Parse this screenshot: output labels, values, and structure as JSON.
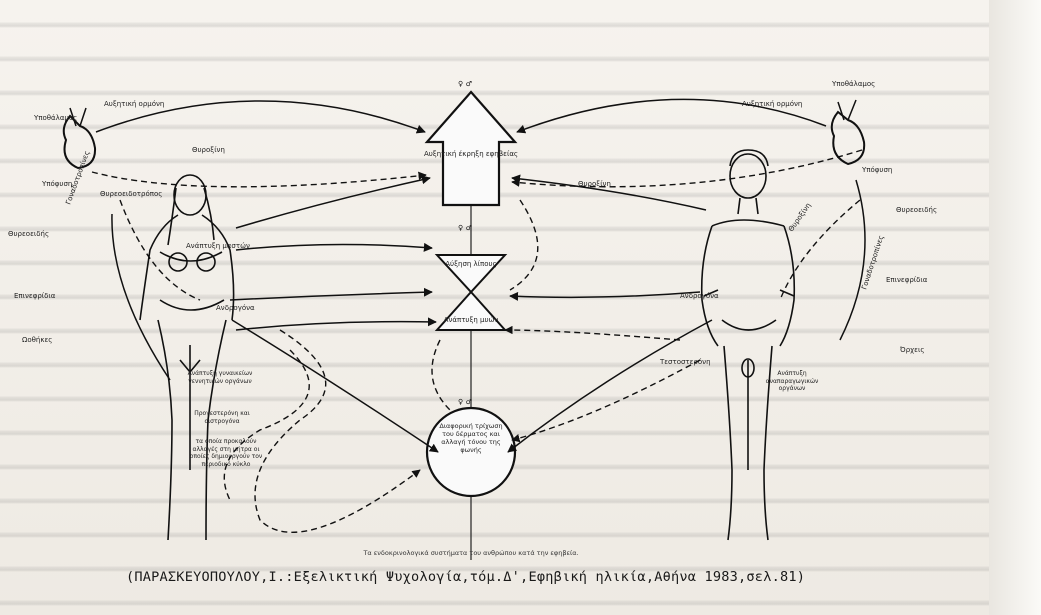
{
  "figure": {
    "top_symbols": "♀ ♂",
    "labels": {
      "hypothalamus_left": "Υποθάλαμος",
      "hypothalamus_right": "Υποθάλαμος",
      "growth_hormone_left": "Αυξητική ορμόνη",
      "growth_hormone_right": "Αυξητική ορμόνη",
      "pituitary_left": "Υπόφυση",
      "pituitary_right": "Υπόφυση",
      "thyroid_left": "Θυρεοειδής",
      "thyroid_right": "Θυρεοειδής",
      "adrenal_left": "Επινεφρίδια",
      "adrenal_right": "Επινεφρίδια",
      "ovaries": "Ωοθήκες",
      "testes": "Όρχεις",
      "gonadotropins_left": "Γοναδοτροπίνες",
      "gonadotropins_right": "Γοναδοτροπίνες",
      "thyrotropin": "Θυρεοειδοτρόπος",
      "thyroxine_left": "Θυροξίνη",
      "thyroxine_right": "Θυροξίνη",
      "androgens_left": "Ανδρογόνα",
      "androgens_right": "Ανδρογόνα",
      "breast_development": "Ανάπτυξη μαστών",
      "female_genitals": "Ανάπτυξη γυναικείων γεννητικών οργάνων",
      "progesterone": "Προγεστερόνη και οιστρογόνα",
      "female_note": "τα οποία προκαλούν αλλαγές στη μήτρα οι οποίες δημιουργούν τον περιοδικό κύκλο",
      "testosterone": "Τεστοστερόνη",
      "male_genitals": "Ανάπτυξη αναπαραγωγικών οργάνων",
      "growth_box": "Αυξητική έκρηξη εφηβείας",
      "hourglass_top": "Αύξηση λίπους",
      "hourglass_bottom": "Ανάπτυξη μυών",
      "circle_text": "Διαφορική τρίχωση του δέρματος και αλλαγή τόνου της φωνής",
      "figure_caption": "Τα ενδοκρινολογικά συστήματα του ανθρώπου κατά την εφηβεία."
    }
  },
  "caption": "(ΠΑΡΑΣΚΕΥΟΠΟΥΛΟΥ,Ι.:Εξελικτική Ψυχολογία,τόμ.Δ',Εφηβική ηλικία,Αθήνα 1983,σελ.81)"
}
